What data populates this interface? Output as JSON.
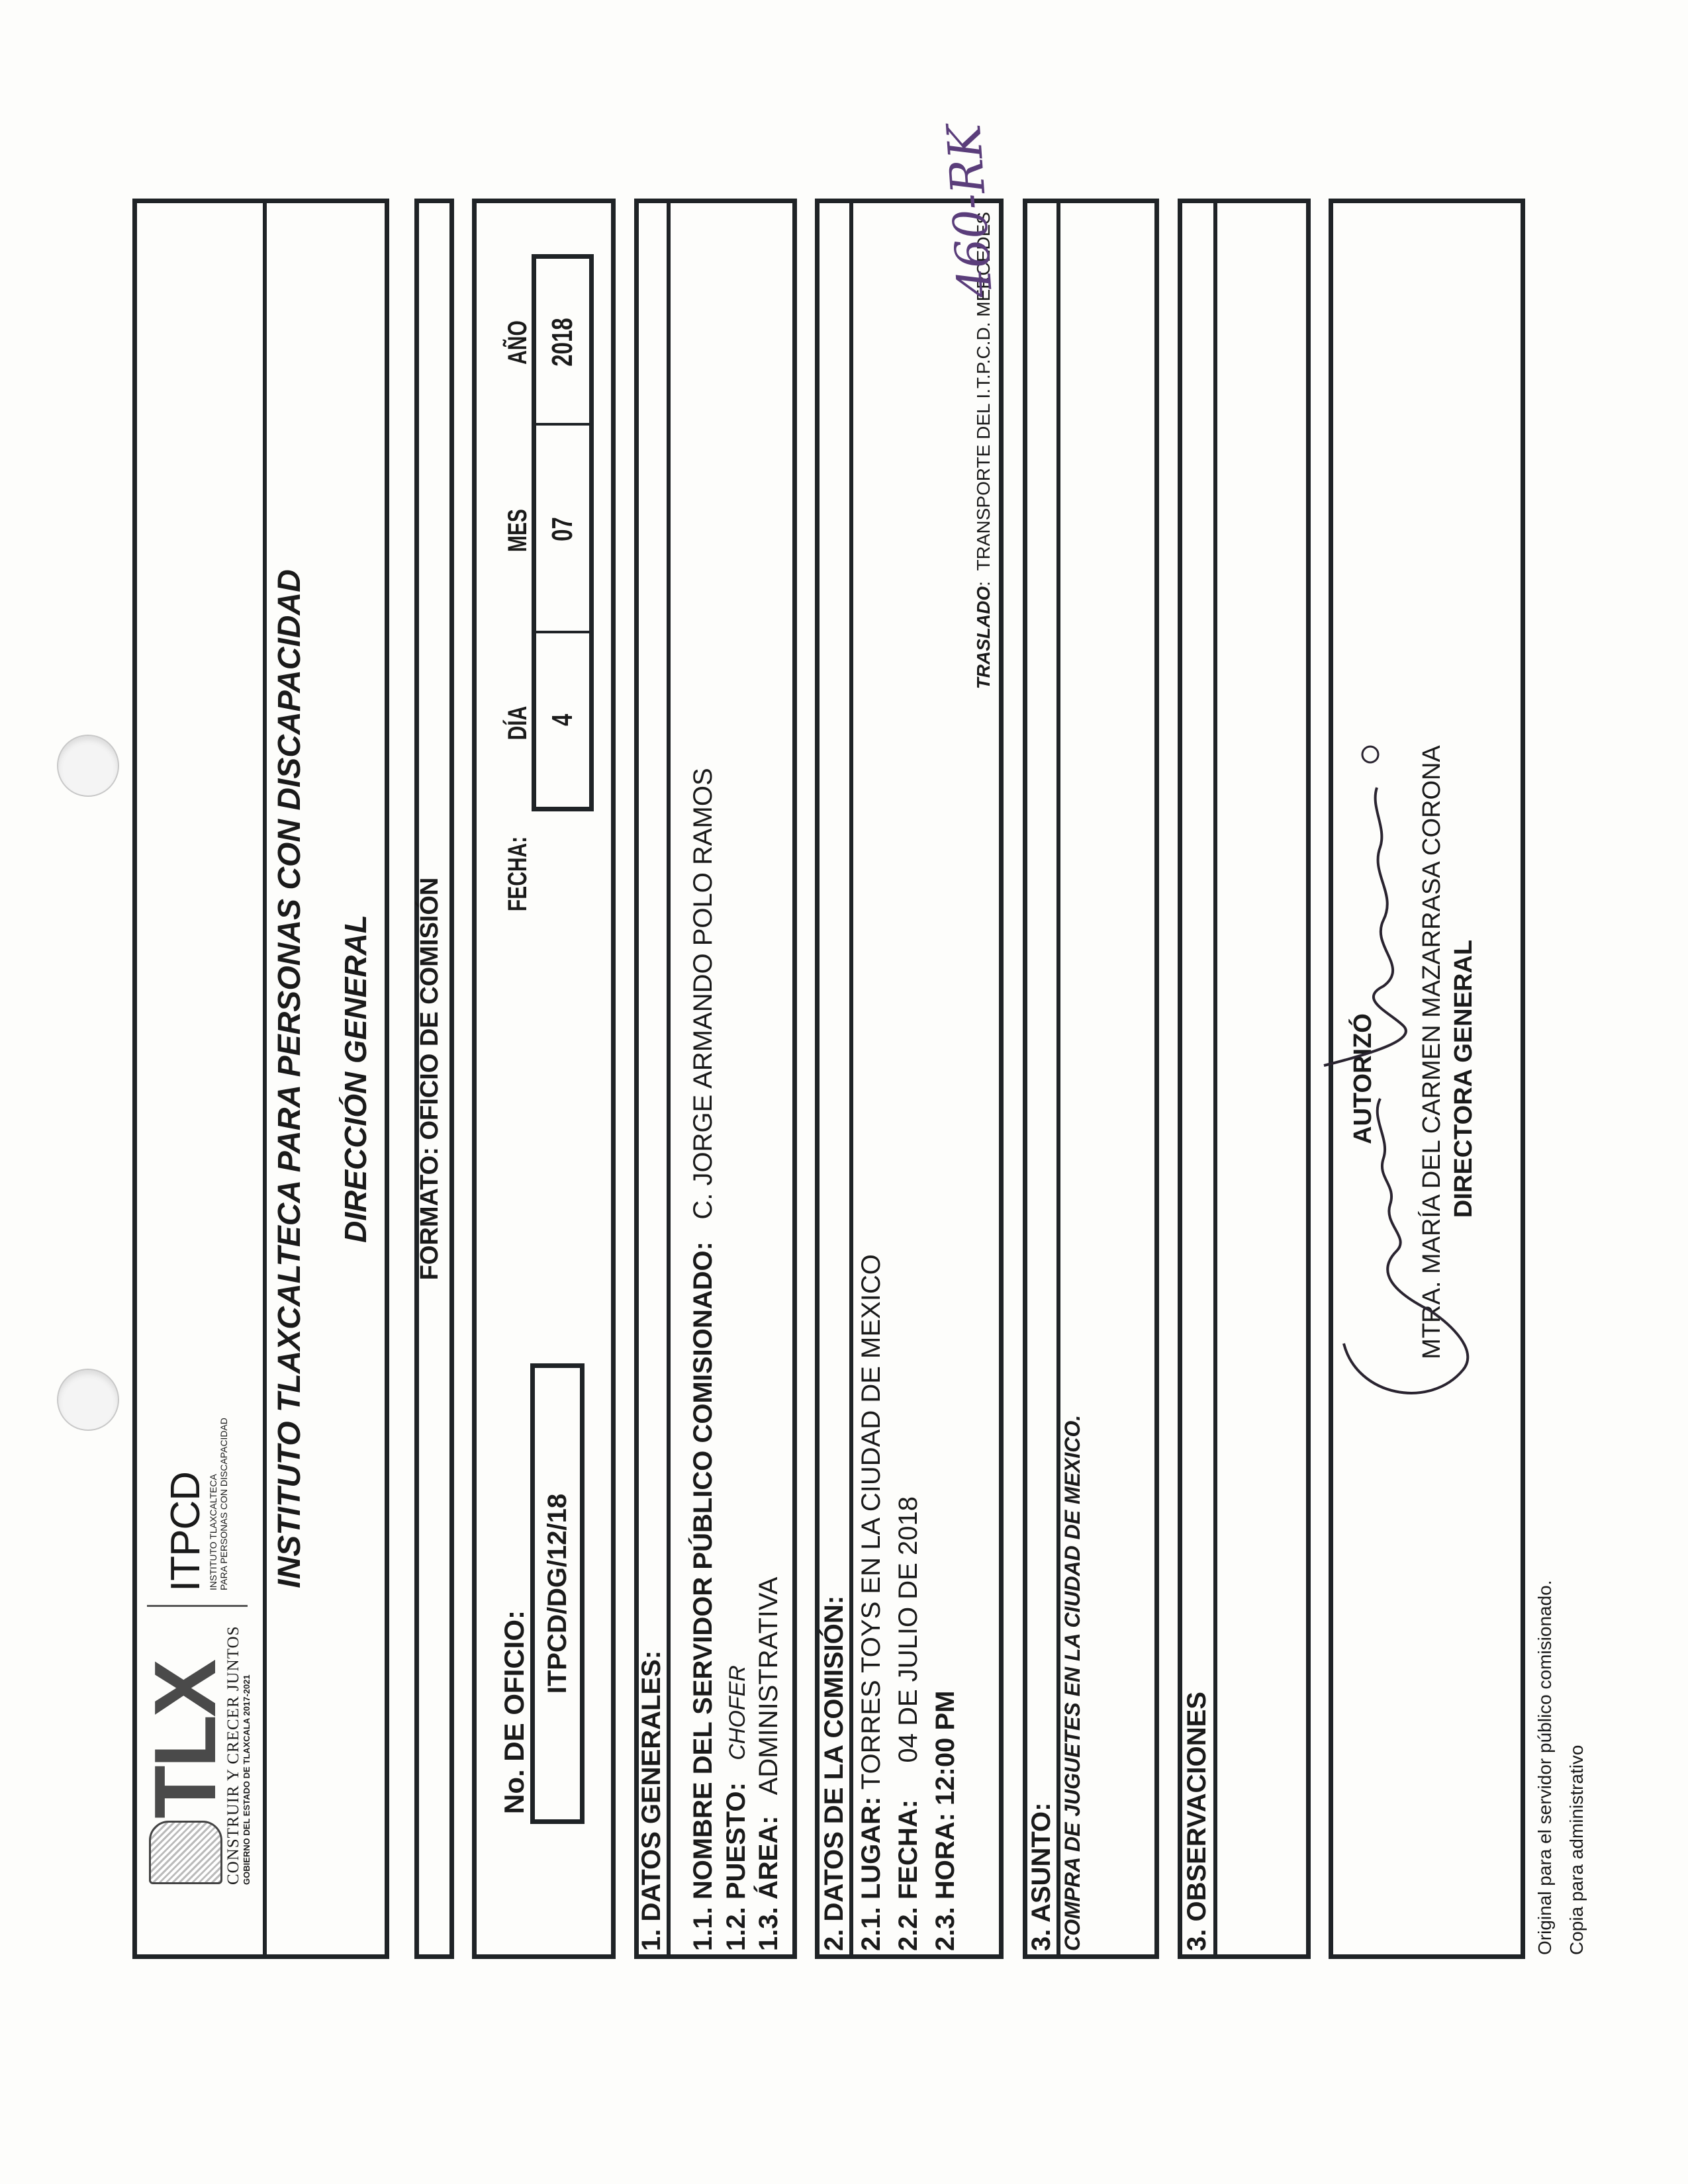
{
  "header": {
    "logo": {
      "brand": "TLX",
      "motto": "CONSTRUIR Y CRECER JUNTOS",
      "government": "GOBIERNO DEL ESTADO DE TLAXCALA 2017-2021",
      "institute_acronym": "ITPCD",
      "institute_line1": "INSTITUTO TLAXCALTECA",
      "institute_line2": "PARA PERSONAS CON DISCAPACIDAD"
    },
    "title": "INSTITUTO TLAXCALTECA PARA PERSONAS CON DISCAPACIDAD",
    "subtitle": "DIRECCIÓN GENERAL"
  },
  "format_label": "FORMATO: OFICIO DE COMISIÓN",
  "oficio": {
    "label": "No. DE OFICIO:",
    "value": "ITPCD/DG/12/18"
  },
  "fecha": {
    "label": "FECHA:",
    "dia_label": "DÍA",
    "mes_label": "MES",
    "anio_label": "AÑO",
    "dia": "4",
    "mes": "07",
    "anio": "2018"
  },
  "datos_generales": {
    "heading": "1. DATOS GENERALES:",
    "nombre_label": "1.1. NOMBRE DEL SERVIDOR PÚBLICO COMISIONADO:",
    "nombre": "C. JORGE ARMANDO POLO RAMOS",
    "puesto_label": "1.2. PUESTO:",
    "puesto": "CHOFER",
    "area_label": "1.3. ÁREA:",
    "area": "ADMINISTRATIVA"
  },
  "datos_comision": {
    "heading": "2. DATOS DE LA COMISIÓN:",
    "lugar_label": "2.1. LUGAR:",
    "lugar": "TORRES TOYS EN LA CIUDAD DE MEXICO",
    "fecha_label": "2.2. FECHA:",
    "fecha": "04 DE JULIO DE 2018",
    "hora_label": "2.3. HORA:",
    "hora": "12:00 PM",
    "traslado_label": "TRASLADO",
    "traslado": "TRANSPORTE DEL I.T.P.C.D. MERCEDES"
  },
  "asunto": {
    "heading": "3. ASUNTO:",
    "text": "COMPRA DE JUGUETES EN LA CIUDAD DE MEXICO."
  },
  "observaciones": {
    "heading": "3. OBSERVACIONES"
  },
  "firma": {
    "label": "AUTORIZÓ",
    "name": "MTRA. MARÍA DEL CARMEN MAZARRASA CORONA",
    "position": "DIRECTORA GENERAL"
  },
  "annotation": "460-RK",
  "footer": {
    "line1": "Original para el servidor público comisionado.",
    "line2": "Copia para administrativo"
  },
  "colors": {
    "ink": "#1f2326",
    "annotation": "#5a3d7a",
    "logo_gray": "#4a4a4a"
  }
}
